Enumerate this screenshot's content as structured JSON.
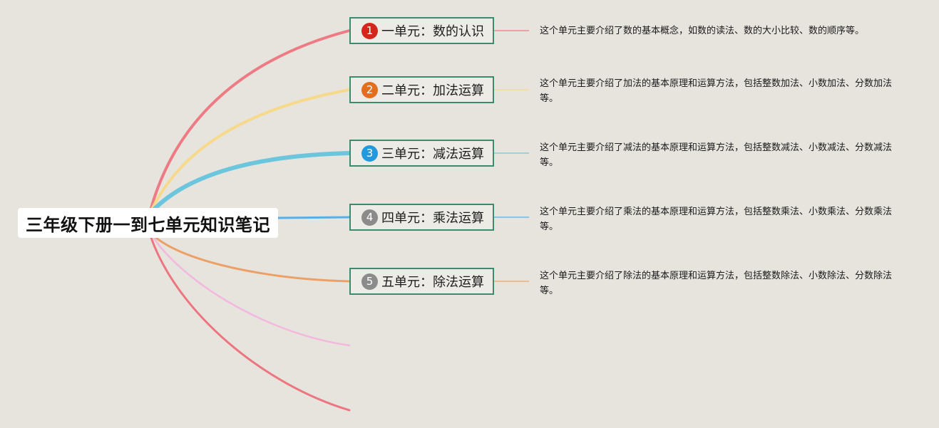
{
  "root": {
    "title": "三年级下册一到七单元知识笔记"
  },
  "branch_colors": [
    "#ed7b84",
    "#f6d98b",
    "#6bc6dd",
    "#5aaee6",
    "#eca066",
    "#f2b8dd",
    "#ec7580"
  ],
  "topics": [
    {
      "number": "1",
      "label": "一单元：数的认识",
      "badge_color": "#d4271b",
      "description": "这个单元主要介绍了数的基本概念，如数的读法、数的大小比较、数的顺序等。"
    },
    {
      "number": "2",
      "label": "二单元：加法运算",
      "badge_color": "#e36f1e",
      "description": "这个单元主要介绍了加法的基本原理和运算方法，包括整数加法、小数加法、分数加法等。"
    },
    {
      "number": "3",
      "label": "三单元：减法运算",
      "badge_color": "#2299dc",
      "description": "这个单元主要介绍了减法的基本原理和运算方法，包括整数减法、小数减法、分数减法等。"
    },
    {
      "number": "4",
      "label": "四单元：乘法运算",
      "badge_color": "#8b8b8b",
      "description": "这个单元主要介绍了乘法的基本原理和运算方法，包括整数乘法、小数乘法、分数乘法等。"
    },
    {
      "number": "5",
      "label": "五单元：除法运算",
      "badge_color": "#8b8b8b",
      "description": "这个单元主要介绍了除法的基本原理和运算方法，包括整数除法、小数除法、分数除法等。"
    }
  ]
}
